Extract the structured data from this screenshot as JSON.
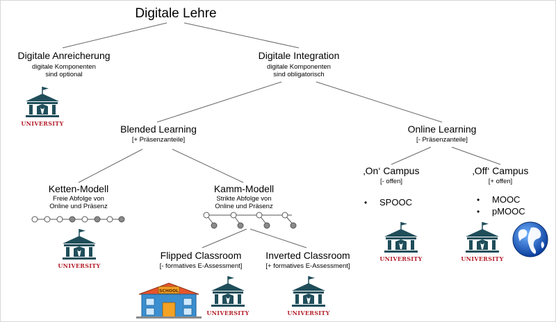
{
  "title": "Digitale Lehre",
  "nodes": {
    "anreicherung": {
      "title": "Digitale Anreicherung",
      "sub1": "digitale Komponenten",
      "sub2": "sind optional"
    },
    "integration": {
      "title": "Digitale Integration",
      "sub1": "digitale Komponenten",
      "sub2": "sind obligatorisch"
    },
    "blended": {
      "title": "Blended Learning",
      "sub": "[+ Präsenzanteile]"
    },
    "online": {
      "title": "Online Learning",
      "sub": "[- Präsenzanteile]"
    },
    "ketten": {
      "title": "Ketten-Modell",
      "sub1": "Freie Abfolge von",
      "sub2": "Online und Präsenz"
    },
    "kamm": {
      "title": "Kamm-Modell",
      "sub1": "Strikte Abfolge von",
      "sub2": "Online und Präsenz"
    },
    "on_campus": {
      "title": "‚On‘ Campus",
      "sub": "[- offen]",
      "items": [
        "SPOOC"
      ]
    },
    "off_campus": {
      "title": "‚Off‘ Campus",
      "sub": "[+ offen]",
      "items": [
        "MOOC",
        "pMOOC"
      ]
    },
    "flipped": {
      "title": "Flipped Classroom",
      "sub": "[- formatives E-Assessment]"
    },
    "inverted": {
      "title": "Inverted Classroom",
      "sub": "[+ formatives E-Assessment]"
    }
  },
  "icons": {
    "university_label": "UNIVERSITY",
    "school_label": "SCHOOL",
    "university_color": "#1f4e5a",
    "label_color": "#b3202b"
  },
  "bullet": "•"
}
